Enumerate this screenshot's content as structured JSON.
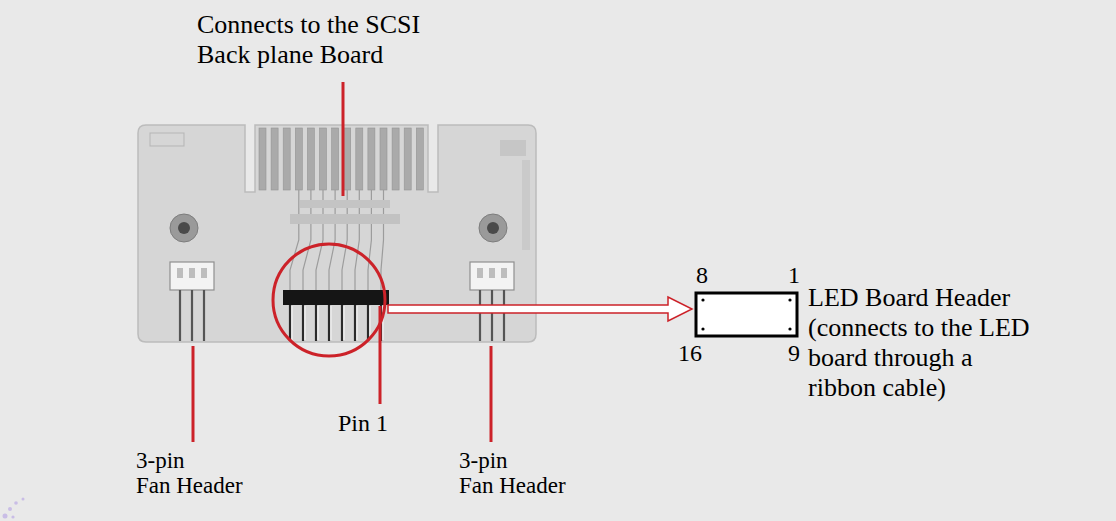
{
  "diagram": {
    "labels": [
      "Connects to the SCSI Back plane Board",
      "8",
      "1",
      "LED Board Header (connects to the LED board through a ribbon cable)",
      "16",
      "9",
      "Pin 1",
      "3-pin Fan Header",
      "3-pin Fan Header"
    ]
  }
}
